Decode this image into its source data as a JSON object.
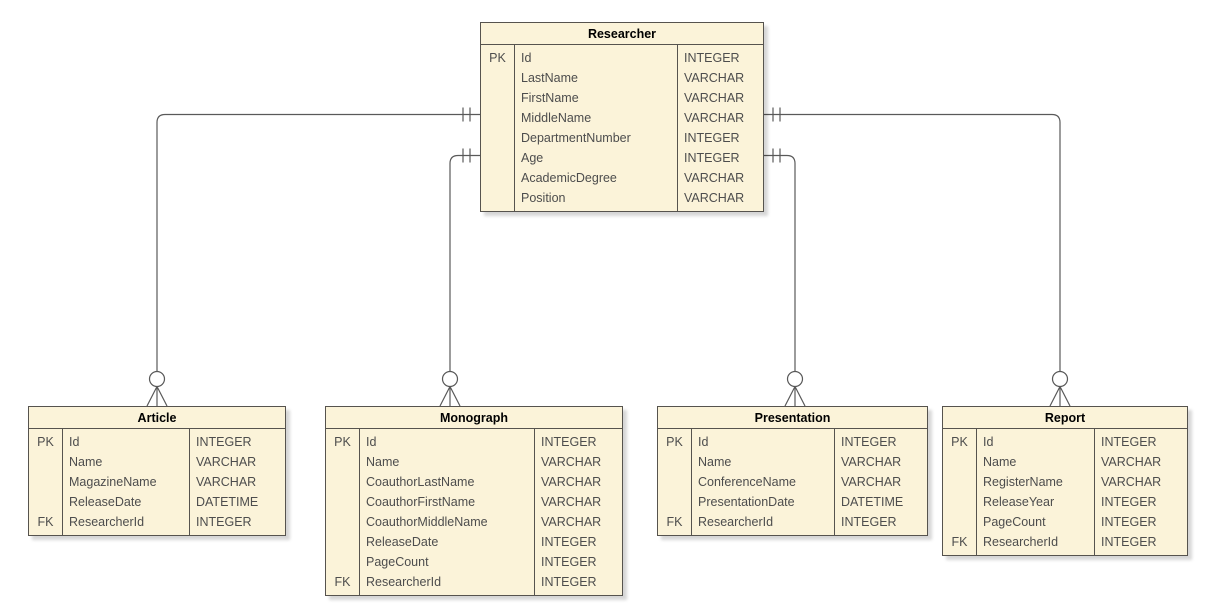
{
  "diagram": {
    "type": "entity-relationship",
    "notation": "crow's foot",
    "entities": [
      {
        "name": "Researcher",
        "rows": [
          {
            "key": "PK",
            "field": "Id",
            "type": "INTEGER"
          },
          {
            "key": "",
            "field": "LastName",
            "type": "VARCHAR"
          },
          {
            "key": "",
            "field": "FirstName",
            "type": "VARCHAR"
          },
          {
            "key": "",
            "field": "MiddleName",
            "type": "VARCHAR"
          },
          {
            "key": "",
            "field": "DepartmentNumber",
            "type": "INTEGER"
          },
          {
            "key": "",
            "field": "Age",
            "type": "INTEGER"
          },
          {
            "key": "",
            "field": "AcademicDegree",
            "type": "VARCHAR"
          },
          {
            "key": "",
            "field": "Position",
            "type": "VARCHAR"
          }
        ]
      },
      {
        "name": "Article",
        "rows": [
          {
            "key": "PK",
            "field": "Id",
            "type": "INTEGER"
          },
          {
            "key": "",
            "field": "Name",
            "type": "VARCHAR"
          },
          {
            "key": "",
            "field": "MagazineName",
            "type": "VARCHAR"
          },
          {
            "key": "",
            "field": "ReleaseDate",
            "type": "DATETIME"
          },
          {
            "key": "FK",
            "field": "ResearcherId",
            "type": "INTEGER"
          }
        ]
      },
      {
        "name": "Monograph",
        "rows": [
          {
            "key": "PK",
            "field": "Id",
            "type": "INTEGER"
          },
          {
            "key": "",
            "field": "Name",
            "type": "VARCHAR"
          },
          {
            "key": "",
            "field": "CoauthorLastName",
            "type": "VARCHAR"
          },
          {
            "key": "",
            "field": "CoauthorFirstName",
            "type": "VARCHAR"
          },
          {
            "key": "",
            "field": "CoauthorMiddleName",
            "type": "VARCHAR"
          },
          {
            "key": "",
            "field": "ReleaseDate",
            "type": "INTEGER"
          },
          {
            "key": "",
            "field": "PageCount",
            "type": "INTEGER"
          },
          {
            "key": "FK",
            "field": "ResearcherId",
            "type": "INTEGER"
          }
        ]
      },
      {
        "name": "Presentation",
        "rows": [
          {
            "key": "PK",
            "field": "Id",
            "type": "INTEGER"
          },
          {
            "key": "",
            "field": "Name",
            "type": "VARCHAR"
          },
          {
            "key": "",
            "field": "ConferenceName",
            "type": "VARCHAR"
          },
          {
            "key": "",
            "field": "PresentationDate",
            "type": "DATETIME"
          },
          {
            "key": "FK",
            "field": "ResearcherId",
            "type": "INTEGER"
          }
        ]
      },
      {
        "name": "Report",
        "rows": [
          {
            "key": "PK",
            "field": "Id",
            "type": "INTEGER"
          },
          {
            "key": "",
            "field": "Name",
            "type": "VARCHAR"
          },
          {
            "key": "",
            "field": "RegisterName",
            "type": "VARCHAR"
          },
          {
            "key": "",
            "field": "ReleaseYear",
            "type": "INTEGER"
          },
          {
            "key": "",
            "field": "PageCount",
            "type": "INTEGER"
          },
          {
            "key": "FK",
            "field": "ResearcherId",
            "type": "INTEGER"
          }
        ]
      }
    ],
    "relationships": [
      {
        "from": "Researcher",
        "to": "Article",
        "from_cardinality": "exactly-one",
        "to_cardinality": "zero-or-many"
      },
      {
        "from": "Researcher",
        "to": "Monograph",
        "from_cardinality": "exactly-one",
        "to_cardinality": "zero-or-many"
      },
      {
        "from": "Researcher",
        "to": "Presentation",
        "from_cardinality": "exactly-one",
        "to_cardinality": "zero-or-many"
      },
      {
        "from": "Researcher",
        "to": "Report",
        "from_cardinality": "exactly-one",
        "to_cardinality": "zero-or-many"
      }
    ]
  },
  "colors": {
    "entity_fill": "#FBF3D9",
    "entity_border": "#56534E",
    "connector": "#595959",
    "text": "#4D4D4D",
    "title_text": "#000000",
    "background": "#FFFFFF"
  }
}
